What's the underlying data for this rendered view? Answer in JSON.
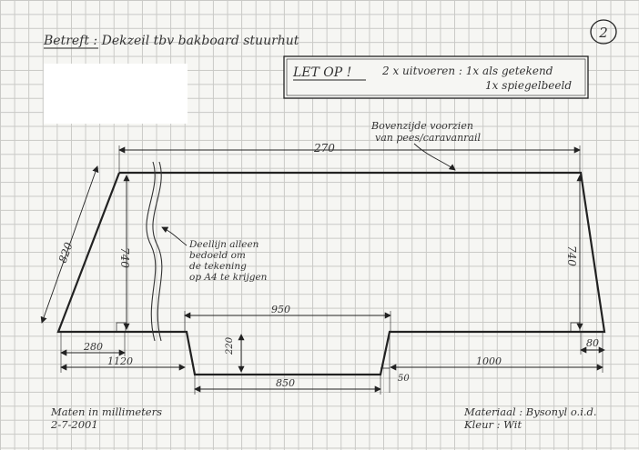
{
  "page_number": "2",
  "title": "Betreft : Dekzeil tbv bakboard stuurhut",
  "notice": {
    "heading": "LET OP !",
    "line1": "2 x uitvoeren : 1x als getekend",
    "line2": "1x spiegelbeeld"
  },
  "annotations": {
    "top_note_line1": "Bovenzijde voorzien",
    "top_note_line2": "van pees/caravanrail",
    "divider_note_line1": "Deellijn alleen",
    "divider_note_line2": "bedoeld om",
    "divider_note_line3": "de tekening",
    "divider_note_line4": "op A4 te krijgen"
  },
  "dimensions": {
    "top_width": "270",
    "left_diagonal": "820",
    "left_height": "740",
    "right_height": "740",
    "left_flange": "280",
    "left_span": "1120",
    "notch_top": "950",
    "notch_depth": "220",
    "notch_bottom": "850",
    "notch_offset": "50",
    "right_span": "1000",
    "right_flange": "80"
  },
  "footer": {
    "units_line1": "Maten in millimeters",
    "units_line2": "2-7-2001",
    "material_line1": "Materiaal : Bysonyl o.i.d.",
    "material_line2": "Kleur : Wit"
  }
}
